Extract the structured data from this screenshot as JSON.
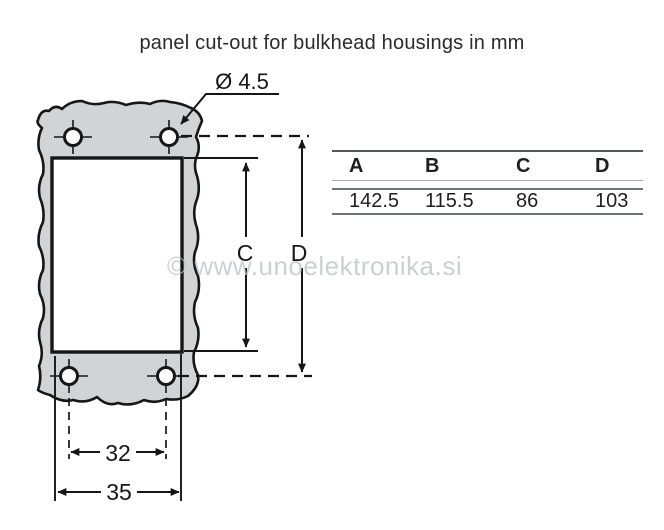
{
  "title": "panel cut-out for bulkhead housings in mm",
  "watermark": "© www.unoelektronika.si",
  "drawing": {
    "hole_diameter_label": "Ø 4.5",
    "dim_c_label": "C",
    "dim_d_label": "D",
    "dim_hole_spacing": "32",
    "dim_cutout_width": "35"
  },
  "table": {
    "headers": [
      "A",
      "B",
      "C",
      "D"
    ],
    "values": [
      "142.5",
      "115.5",
      "86",
      "103"
    ]
  },
  "colors": {
    "panel_fill": "#d2d3d4",
    "line": "#161616",
    "watermark": "#c3c7c8",
    "table_rule": "#6f7375"
  }
}
